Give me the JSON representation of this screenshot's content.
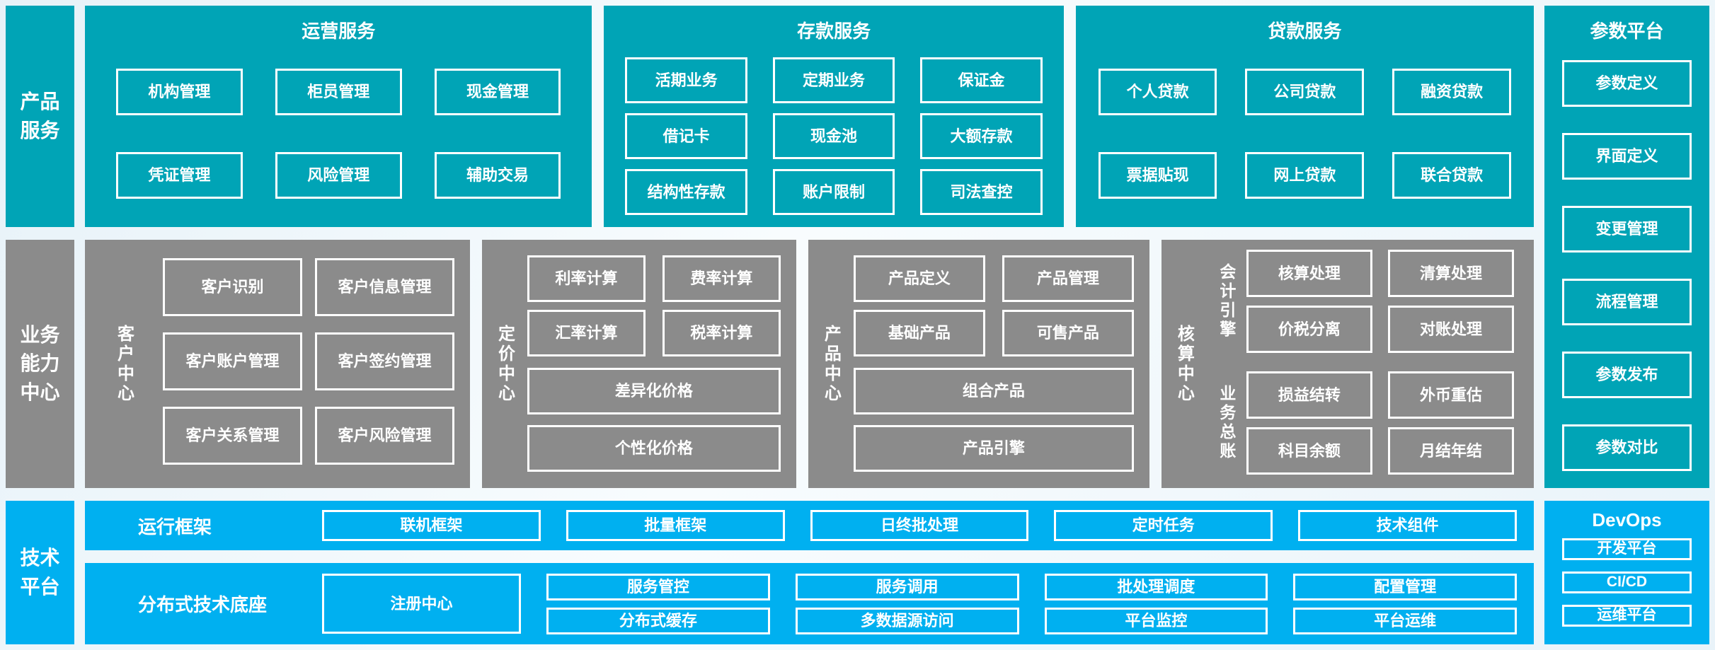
{
  "palette": {
    "teal": "#00a4b6",
    "gray": "#8b8b8b",
    "blue": "#00b0f0",
    "box_border": "#ffffff",
    "text": "#ffffff"
  },
  "side_labels": {
    "products": "产品\n服务",
    "business": "业务\n能力\n中心",
    "tech": "技术\n平台"
  },
  "product_services": {
    "operations": {
      "title": "运营服务",
      "items": [
        "机构管理",
        "柜员管理",
        "现金管理",
        "凭证管理",
        "风险管理",
        "辅助交易"
      ]
    },
    "deposits": {
      "title": "存款服务",
      "items": [
        "活期业务",
        "定期业务",
        "保证金",
        "借记卡",
        "现金池",
        "大额存款",
        "结构性存款",
        "账户限制",
        "司法查控"
      ]
    },
    "loans": {
      "title": "贷款服务",
      "items": [
        "个人贷款",
        "公司贷款",
        "融资贷款",
        "票据贴现",
        "网上贷款",
        "联合贷款"
      ]
    }
  },
  "parameter_platform": {
    "title": "参数平台",
    "items": [
      "参数定义",
      "界面定义",
      "变更管理",
      "流程管理",
      "参数发布",
      "参数对比"
    ]
  },
  "business_centers": {
    "customer": {
      "label": "客户中心",
      "items": [
        "客户识别",
        "客户信息管理",
        "客户账户管理",
        "客户签约管理",
        "客户关系管理",
        "客户风险管理"
      ]
    },
    "pricing": {
      "label": "定价中心",
      "grid_items": [
        "利率计算",
        "费率计算",
        "汇率计算",
        "税率计算"
      ],
      "wide_items": [
        "差异化价格",
        "个性化价格"
      ]
    },
    "product": {
      "label": "产品中心",
      "grid_items": [
        "产品定义",
        "产品管理",
        "基础产品",
        "可售产品"
      ],
      "wide_items": [
        "组合产品",
        "产品引擎"
      ]
    },
    "accounting": {
      "label": "核算中心",
      "engine": {
        "label": "会计引擎",
        "items": [
          "核算处理",
          "清算处理",
          "价税分离",
          "对账处理"
        ]
      },
      "ledger": {
        "label": "业务总账",
        "items": [
          "损益结转",
          "外币重估",
          "科目余额",
          "月结年结"
        ]
      }
    }
  },
  "technology_platform": {
    "runtime": {
      "label": "运行框架",
      "items": [
        "联机框架",
        "批量框架",
        "日终批处理",
        "定时任务",
        "技术组件"
      ]
    },
    "distributed": {
      "label": "分布式技术底座",
      "registry": "注册中心",
      "items": [
        "服务管控",
        "服务调用",
        "批处理调度",
        "配置管理",
        "分布式缓存",
        "多数据源访问",
        "平台监控",
        "平台运维"
      ]
    },
    "devops": {
      "title": "DevOps",
      "items": [
        "开发平台",
        "CI/CD",
        "运维平台"
      ]
    }
  }
}
